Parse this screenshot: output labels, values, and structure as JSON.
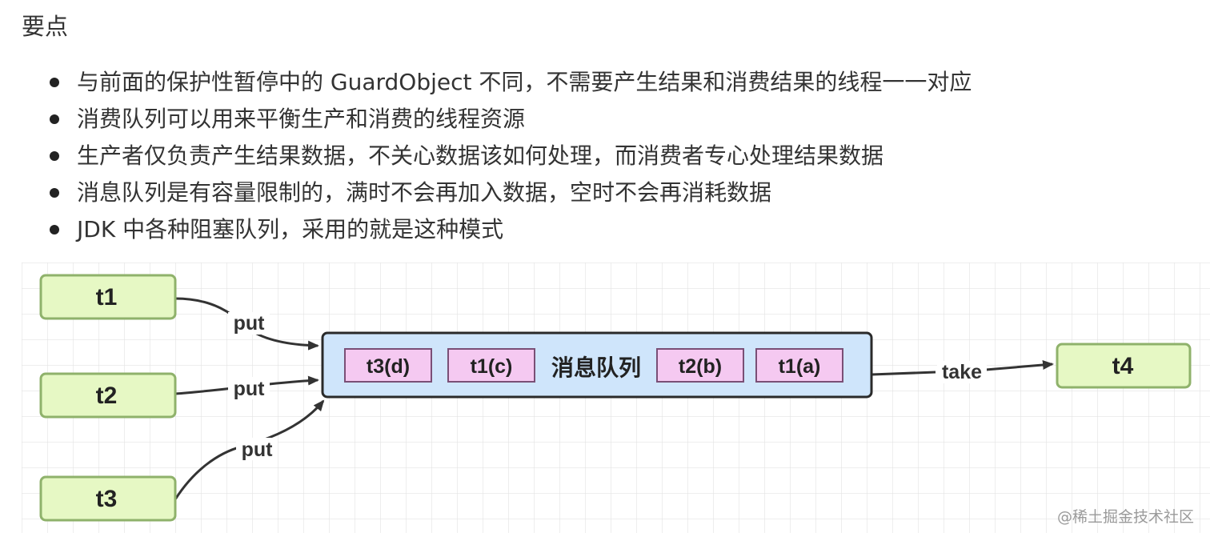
{
  "heading": "要点",
  "bullets": [
    "与前面的保护性暂停中的 GuardObject 不同，不需要产生结果和消费结果的线程一一对应",
    "消费队列可以用来平衡生产和消费的线程资源",
    "生产者仅负责产生结果数据，不关心数据该如何处理，而消费者专心处理结果数据",
    "消息队列是有容量限制的，满时不会再加入数据，空时不会再消耗数据",
    "JDK 中各种阻塞队列，采用的就是这种模式"
  ],
  "diagram": {
    "producers": [
      "t1",
      "t2",
      "t3"
    ],
    "consumer": "t4",
    "put_label": "put",
    "take_label": "take",
    "queue_label": "消息队列",
    "queue_items_left": [
      "t3(d)",
      "t1(c)"
    ],
    "queue_items_right": [
      "t2(b)",
      "t1(a)"
    ],
    "colors": {
      "thread_fill": "#e6f8c4",
      "thread_stroke": "#8fb26b",
      "queue_fill": "#cfe5fb",
      "queue_stroke": "#2a2a2a",
      "item_fill": "#f5c9f1",
      "item_stroke": "#7a4f76",
      "grid": "#e3e3e3"
    }
  },
  "footer_watermark": "@稀土掘金技术社区"
}
